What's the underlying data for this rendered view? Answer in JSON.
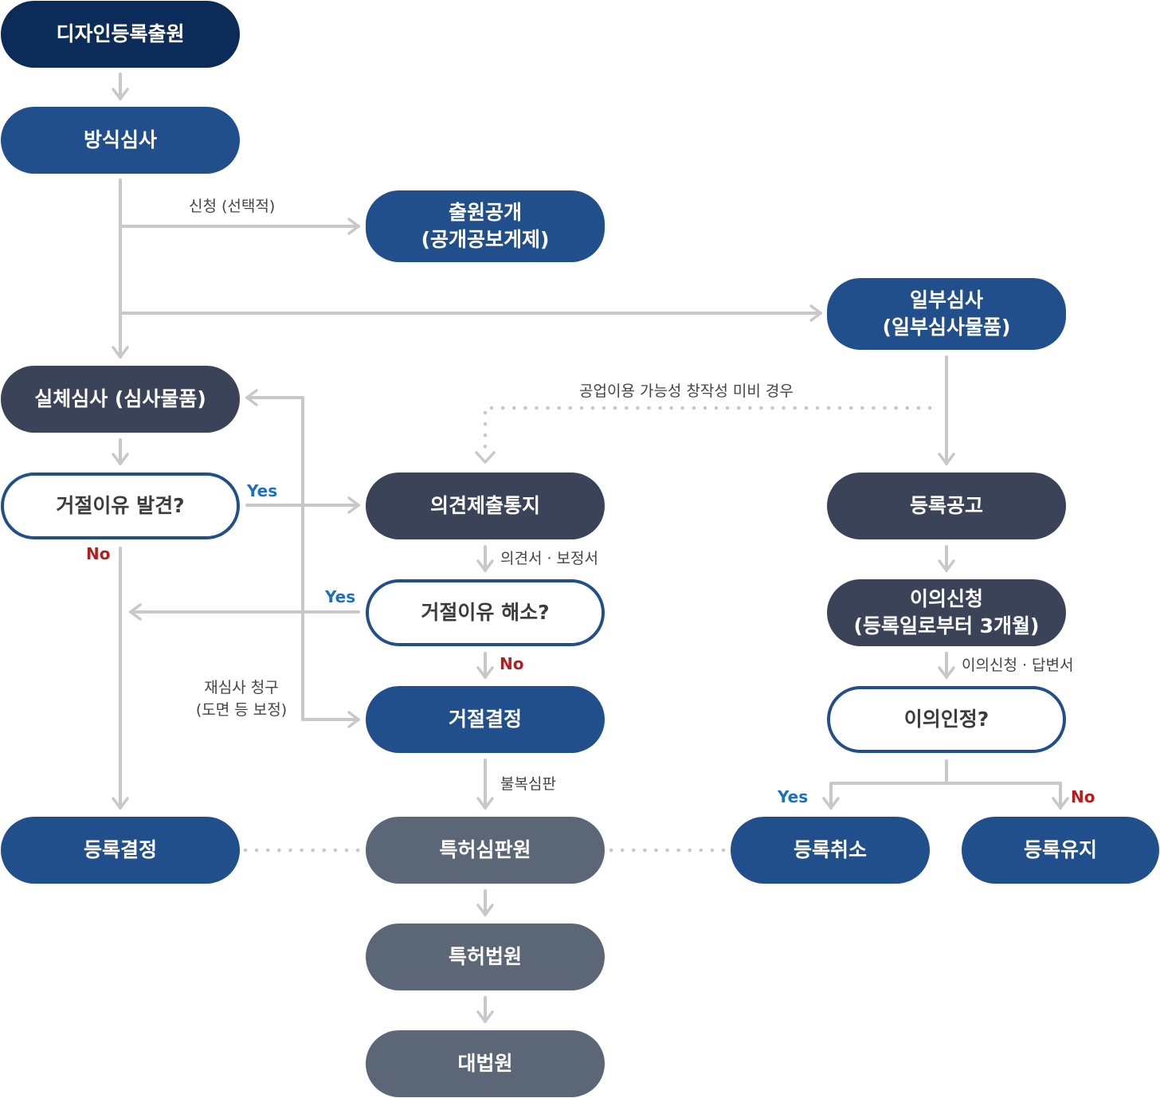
{
  "nodes": {
    "application": "디자인등록출원",
    "formality_exam": "방식심사",
    "publication": [
      "출원공개",
      "(공개공보게제)"
    ],
    "partial_exam": [
      "일부심사",
      "(일부심사물품)"
    ],
    "substantive_exam": "실체심사 (심사물품)",
    "rejection_found": "거절이유 발견?",
    "opinion_notice": "의견제출통지",
    "registration_notice": "등록공고",
    "rejection_resolved": "거절이유 해소?",
    "opposition": [
      "이의신청",
      "(등록일로부터 3개월)"
    ],
    "rejection_decision": "거절결정",
    "opposition_accepted": "이의인정?",
    "registration_decision": "등록결정",
    "ip_tribunal": "특허심판원",
    "registration_cancel": "등록취소",
    "registration_maintain": "등록유지",
    "patent_court": "특허법원",
    "supreme_court": "대법원"
  },
  "labels": {
    "optional_request": "신청 (선택적)",
    "industrial_use": "공업이용 가능성 창작성 미비 경우",
    "opinion_amendment": "의견서 · 보정서",
    "opposition_reply": "이의신청 · 답변서",
    "reexam": [
      "재심사 청구",
      "(도면 등 보정)"
    ],
    "appeal": "불복심판",
    "yes": "Yes",
    "no": "No"
  },
  "colors": {
    "navy": "#0b2c58",
    "blue": "#214f8c",
    "dark": "#3a4358",
    "slate": "#5b6676",
    "arrow": "#c8c8c8",
    "yes": "#1e6fc0",
    "no": "#b81d1d"
  }
}
